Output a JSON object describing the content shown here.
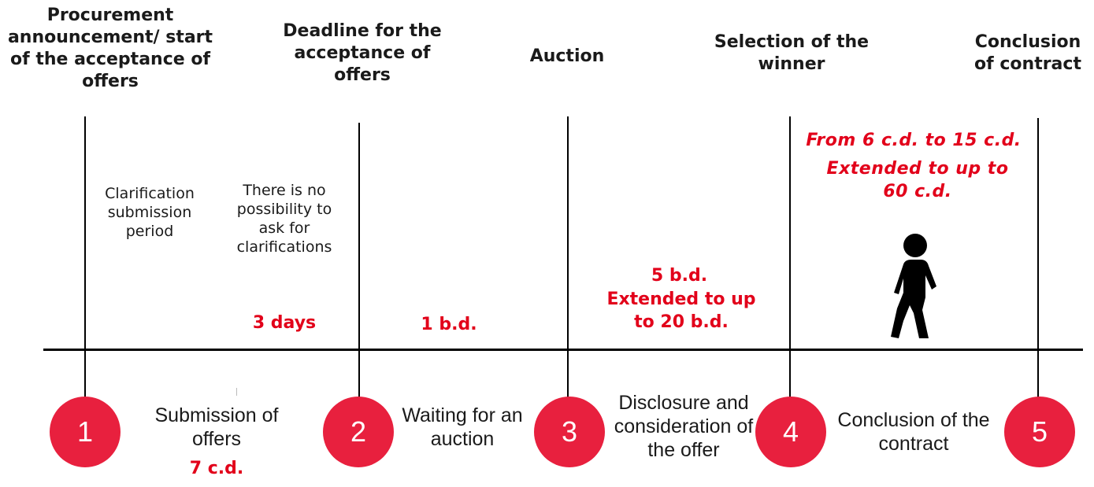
{
  "milestones": [
    {
      "label": "Procurement announcement/ start of the acceptance of offers"
    },
    {
      "label": "Deadline for the acceptance of offers"
    },
    {
      "label": "Auction"
    },
    {
      "label": "Selection of the winner"
    },
    {
      "label": "Conclusion of contract"
    }
  ],
  "notes": {
    "clarification_period": "Clarification submission period",
    "no_clarifications": "There is no possibility to ask for clarifications",
    "three_days": "3 days",
    "one_bd": "1 b.d.",
    "five_bd_line1": "5 b.d.",
    "five_bd_line2": "Extended to up to 20 b.d.",
    "contract_period_line1": "From 6 c.d. to 15 c.d.",
    "contract_period_line2": "Extended to up to 60 c.d."
  },
  "stages": [
    {
      "number": "1",
      "label": "Submission of offers",
      "duration": "7 c.d."
    },
    {
      "number": "2",
      "label": "Waiting for an auction"
    },
    {
      "number": "3",
      "label": "Disclosure and consideration of the offer"
    },
    {
      "number": "4",
      "label": "Conclusion of the contract"
    },
    {
      "number": "5"
    }
  ],
  "icons": {
    "walking": "walking-person-icon"
  },
  "colors": {
    "accent": "#e8203e",
    "red_text": "#e2001a",
    "line": "#000000"
  }
}
